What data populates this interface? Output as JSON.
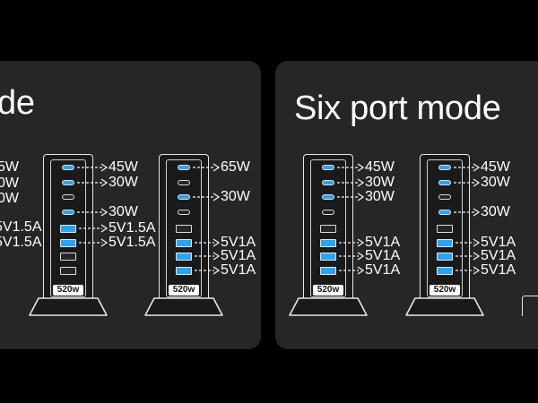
{
  "panels": [
    {
      "title": "de",
      "chargers": [
        {
          "badge": "520w",
          "ports": [
            {
              "kind": "c",
              "active": true,
              "label": "45W"
            },
            {
              "kind": "c",
              "active": true,
              "label": "30W"
            },
            {
              "kind": "c",
              "active": false,
              "label": ""
            },
            {
              "kind": "c",
              "active": true,
              "label": "30W"
            },
            {
              "kind": "a",
              "active": true,
              "label": "5V1.5A"
            },
            {
              "kind": "a",
              "active": true,
              "label": "5V1.5A"
            },
            {
              "kind": "a",
              "active": false,
              "label": ""
            },
            {
              "kind": "a",
              "active": false,
              "label": ""
            }
          ]
        },
        {
          "badge": "520w",
          "ports": [
            {
              "kind": "c",
              "active": true,
              "label": "65W"
            },
            {
              "kind": "c",
              "active": false,
              "label": ""
            },
            {
              "kind": "c",
              "active": true,
              "label": "30W"
            },
            {
              "kind": "c",
              "active": false,
              "label": ""
            },
            {
              "kind": "a",
              "active": false,
              "label": ""
            },
            {
              "kind": "a",
              "active": true,
              "label": "5V1A"
            },
            {
              "kind": "a",
              "active": true,
              "label": "5V1A"
            },
            {
              "kind": "a",
              "active": true,
              "label": "5V1A"
            }
          ]
        }
      ],
      "cut_labels": [
        "5W",
        "0W",
        "0W",
        "5V1.5A",
        "5V1.5A"
      ]
    },
    {
      "title": "Six port mode",
      "chargers": [
        {
          "badge": "520w",
          "ports": [
            {
              "kind": "c",
              "active": true,
              "label": "45W"
            },
            {
              "kind": "c",
              "active": true,
              "label": "30W"
            },
            {
              "kind": "c",
              "active": true,
              "label": "30W"
            },
            {
              "kind": "c",
              "active": false,
              "label": ""
            },
            {
              "kind": "a",
              "active": false,
              "label": ""
            },
            {
              "kind": "a",
              "active": true,
              "label": "5V1A"
            },
            {
              "kind": "a",
              "active": true,
              "label": "5V1A"
            },
            {
              "kind": "a",
              "active": true,
              "label": "5V1A"
            }
          ]
        },
        {
          "badge": "520w",
          "ports": [
            {
              "kind": "c",
              "active": true,
              "label": "45W"
            },
            {
              "kind": "c",
              "active": true,
              "label": "30W"
            },
            {
              "kind": "c",
              "active": false,
              "label": ""
            },
            {
              "kind": "c",
              "active": true,
              "label": "30W"
            },
            {
              "kind": "a",
              "active": false,
              "label": ""
            },
            {
              "kind": "a",
              "active": true,
              "label": "5V1A"
            },
            {
              "kind": "a",
              "active": true,
              "label": "5V1A"
            },
            {
              "kind": "a",
              "active": true,
              "label": "5V1A"
            }
          ]
        }
      ]
    }
  ],
  "colors": {
    "background": "#000000",
    "panel": "#262626",
    "port_active": "#2aa3f2",
    "text": "#ffffff"
  }
}
